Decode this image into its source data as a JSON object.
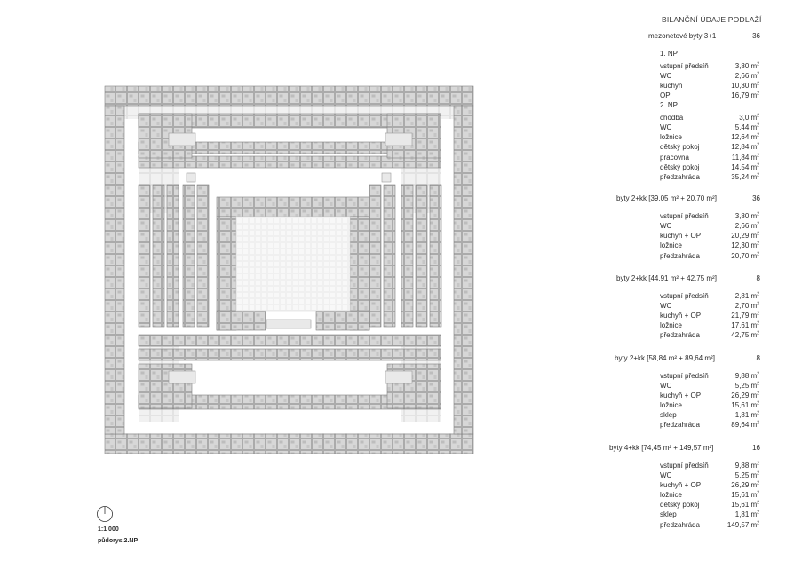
{
  "sheet": {
    "title": "BILANČNÍ ÚDAJE PODLAŽÍ",
    "scale": "1:1 000",
    "plan_title": "půdorys 2.NP",
    "unit_label": "m",
    "unit_exp": "2"
  },
  "table": {
    "groups": [
      {
        "name": "mezonetové byty 3+1",
        "count": "36",
        "sections": [
          {
            "heading": "1. NP",
            "rows": [
              {
                "room": "vstupní předsíň",
                "area": "3,80"
              },
              {
                "room": "WC",
                "area": "2,66"
              },
              {
                "room": "kuchyň",
                "area": "10,30"
              },
              {
                "room": "OP",
                "area": "16,79"
              }
            ]
          },
          {
            "heading": "2. NP",
            "rows": [
              {
                "room": "chodba",
                "area": "3,0"
              },
              {
                "room": "WC",
                "area": "5,44"
              },
              {
                "room": "ložnice",
                "area": "12,64"
              },
              {
                "room": "dětský pokoj",
                "area": "12,84"
              },
              {
                "room": "pracovna",
                "area": "11,84"
              },
              {
                "room": "dětský pokoj",
                "area": "14,54"
              },
              {
                "room": "předzahráda",
                "area": "35,24"
              }
            ]
          }
        ]
      },
      {
        "name": "byty 2+kk [39,05 m² + 20,70 m²]",
        "count": "36",
        "sections": [
          {
            "heading": "",
            "rows": [
              {
                "room": "vstupní předsíň",
                "area": "3,80"
              },
              {
                "room": "WC",
                "area": "2,66"
              },
              {
                "room": "kuchyň + OP",
                "area": "20,29"
              },
              {
                "room": "ložnice",
                "area": "12,30"
              },
              {
                "room": "předzahráda",
                "area": "20,70"
              }
            ]
          }
        ]
      },
      {
        "name": "byty 2+kk [44,91 m² + 42,75 m²]",
        "count": "8",
        "sections": [
          {
            "heading": "",
            "rows": [
              {
                "room": "vstupní předsíň",
                "area": "2,81"
              },
              {
                "room": "WC",
                "area": "2,70"
              },
              {
                "room": "kuchyň + OP",
                "area": "21,79"
              },
              {
                "room": "ložnice",
                "area": "17,61"
              },
              {
                "room": "předzahráda",
                "area": "42,75"
              }
            ]
          }
        ]
      },
      {
        "name": "byty 2+kk [58,84 m² + 89,64 m²]",
        "count": "8",
        "sections": [
          {
            "heading": "",
            "rows": [
              {
                "room": "vstupní předsíň",
                "area": "9,88"
              },
              {
                "room": "WC",
                "area": "5,25"
              },
              {
                "room": "kuchyň + OP",
                "area": "26,29"
              },
              {
                "room": "ložnice",
                "area": "15,61"
              },
              {
                "room": "sklep",
                "area": "1,81"
              },
              {
                "room": "předzahráda",
                "area": "89,64"
              }
            ]
          }
        ]
      },
      {
        "name": "byty 4+kk [74,45 m² + 149,57 m²]",
        "count": "16",
        "sections": [
          {
            "heading": "",
            "rows": [
              {
                "room": "vstupní předsíň",
                "area": "9,88"
              },
              {
                "room": "WC",
                "area": "5,25"
              },
              {
                "room": "kuchyň + OP",
                "area": "26,29"
              },
              {
                "room": "ložnice",
                "area": "15,61"
              },
              {
                "room": "dětský pokoj",
                "area": "15,61"
              },
              {
                "room": "sklep",
                "area": "1,81"
              },
              {
                "room": "předzahráda",
                "area": "149,57"
              }
            ]
          }
        ]
      }
    ]
  },
  "colors": {
    "block_fill": "#d4d4d4",
    "block_stroke": "#8c8c8c",
    "shadow": "#ececec",
    "courtyard": "#f7f7f7",
    "text": "#2a2a2a"
  }
}
